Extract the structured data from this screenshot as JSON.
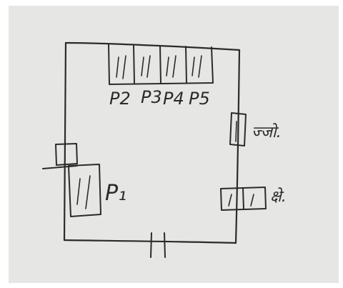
{
  "labels": {
    "p1": "P₁",
    "p2": "P2",
    "p3": "P3",
    "p4": "P4",
    "p5": "P5",
    "right_upper": "ज्जो.",
    "right_lower": "क्षे."
  },
  "colors": {
    "paper": "#e6e7e4",
    "ink": "#2b2b2b"
  }
}
